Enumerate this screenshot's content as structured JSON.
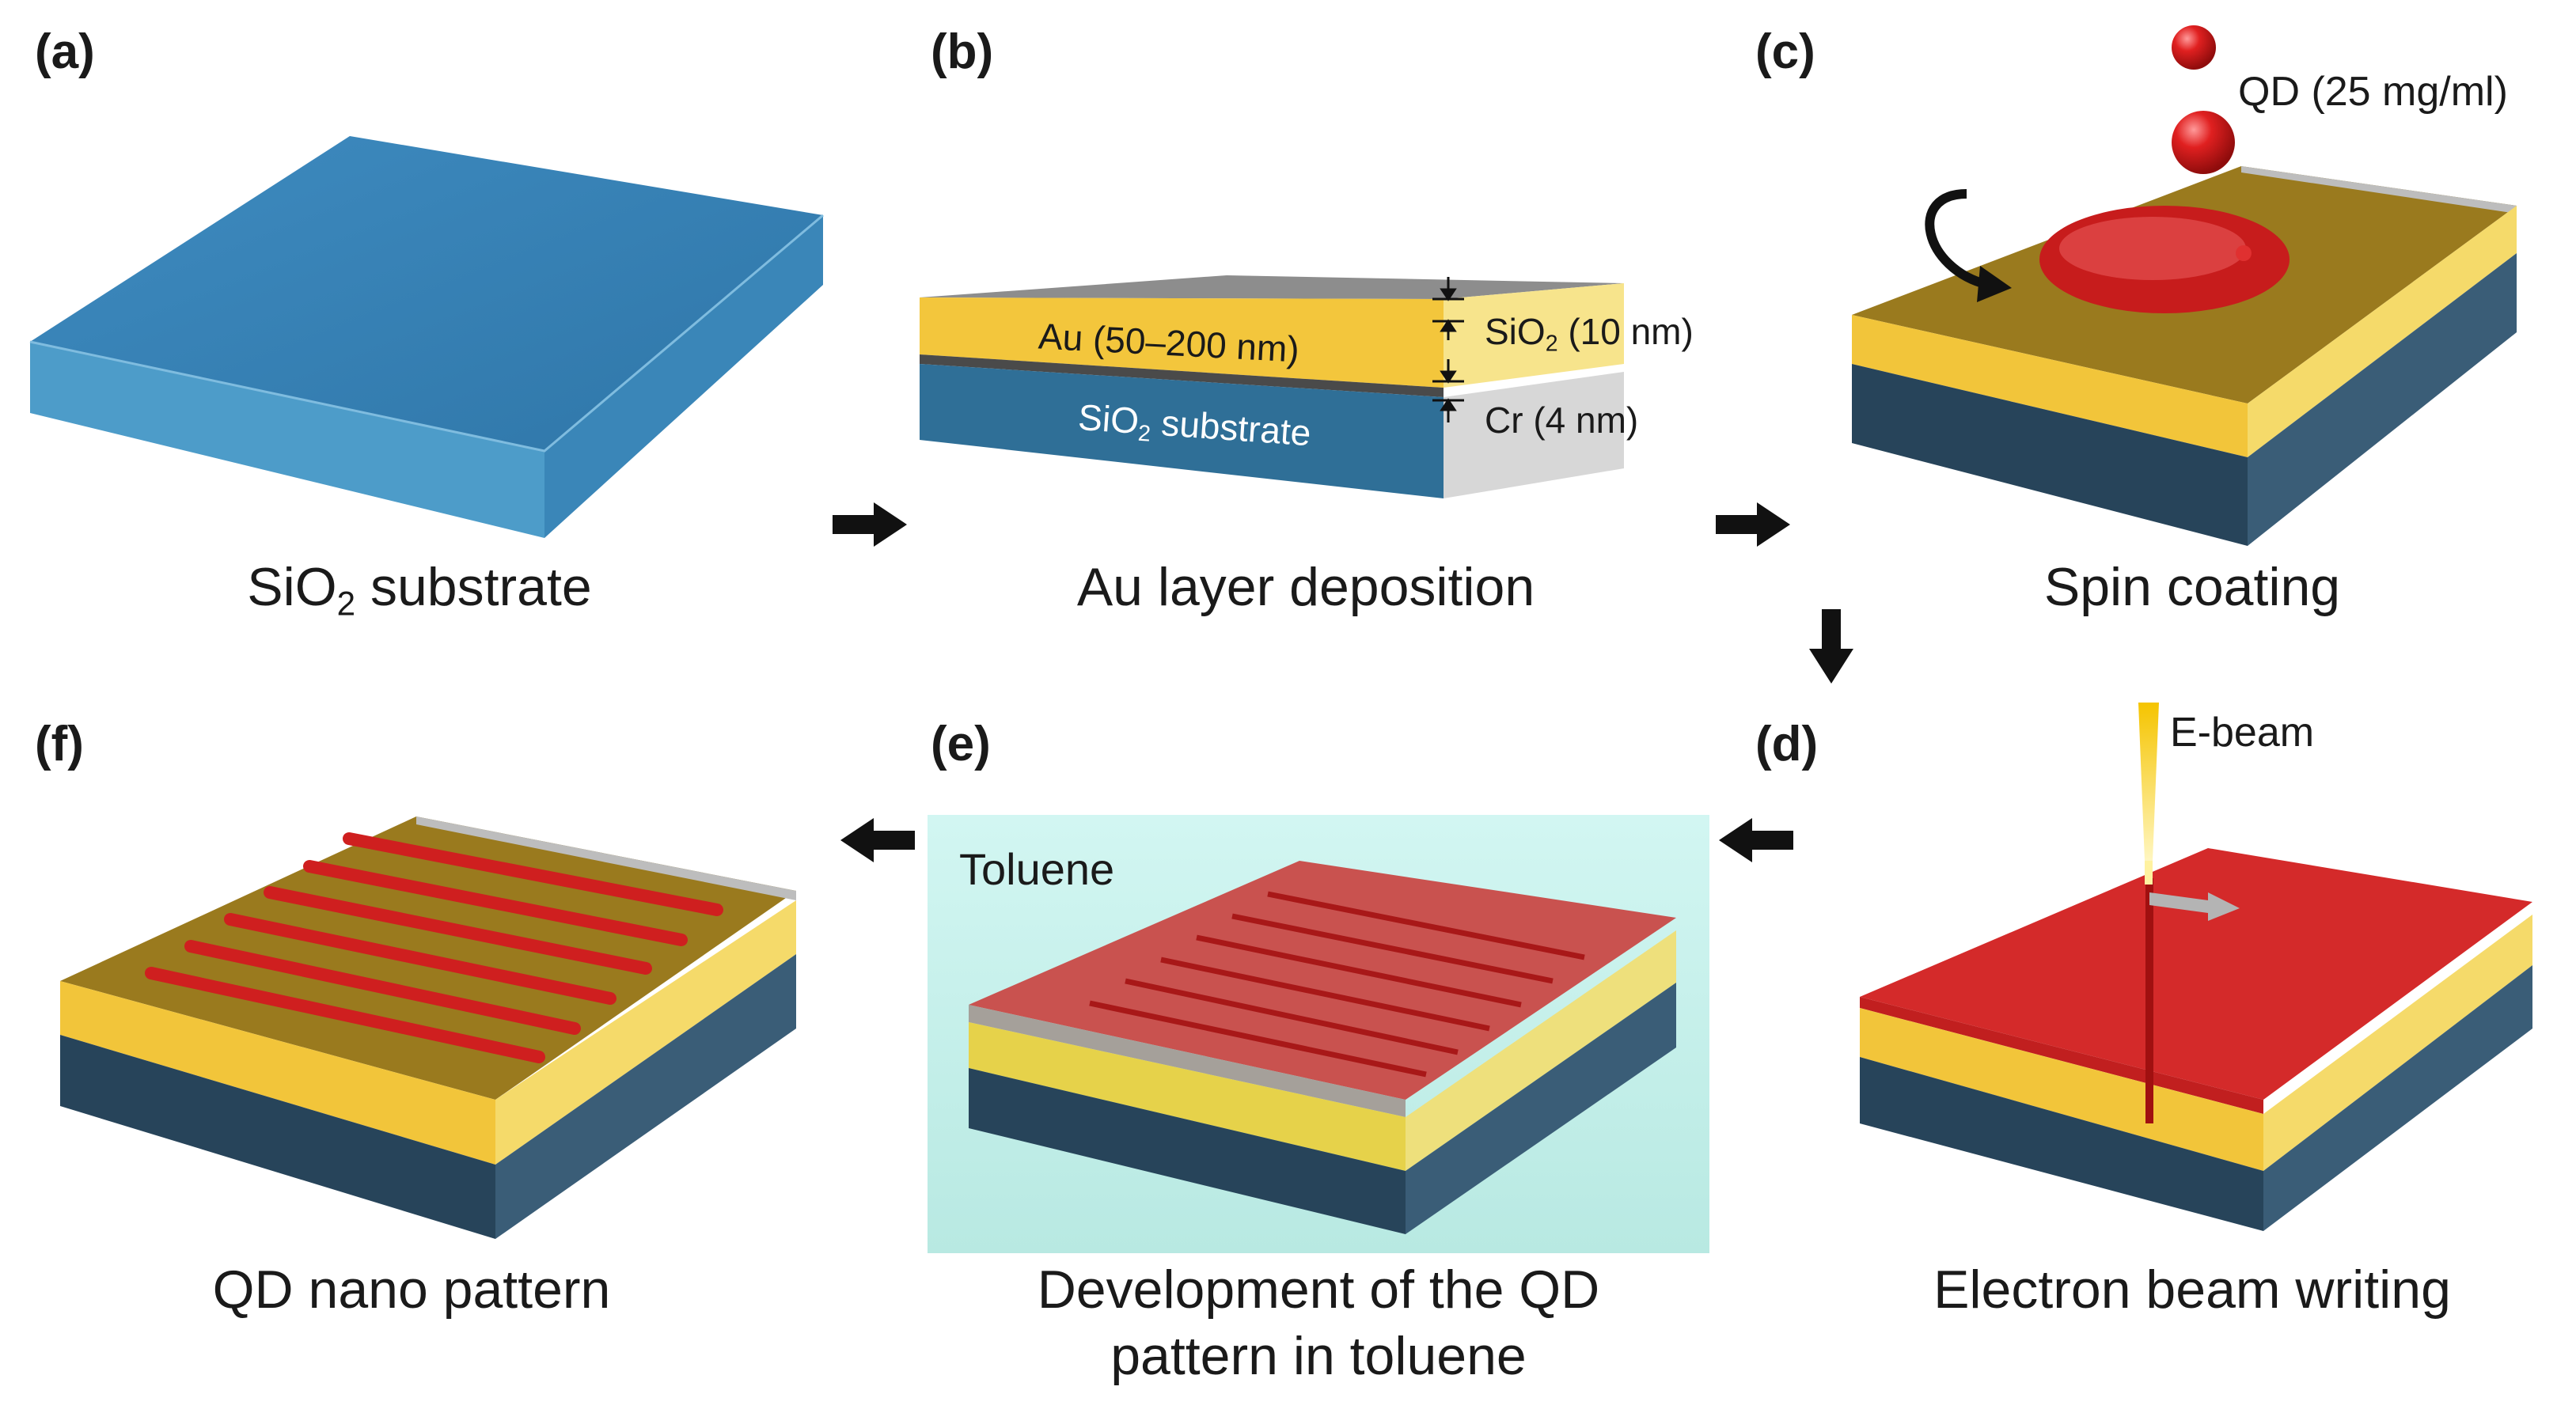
{
  "panels": {
    "a": {
      "letter": "(a)",
      "caption_main": "SiO",
      "caption_sub": "2",
      "caption_rest": " substrate"
    },
    "b": {
      "letter": "(b)",
      "caption": "Au layer deposition",
      "au_label": "Au (50–200 nm)",
      "substrate_main": "SiO",
      "substrate_sub": "2",
      "substrate_rest": " substrate",
      "sio2_main": "SiO",
      "sio2_sub": "2",
      "sio2_rest": " (10 nm)",
      "cr_label": "Cr (4 nm)"
    },
    "c": {
      "letter": "(c)",
      "caption": "Spin coating",
      "qd_label": "QD (25 mg/ml)"
    },
    "d": {
      "letter": "(d)",
      "caption": "Electron beam writing",
      "beam_label": "E-beam"
    },
    "e": {
      "letter": "(e)",
      "caption_line1": "Development of the QD",
      "caption_line2": "pattern in toluene",
      "toluene_label": "Toluene"
    },
    "f": {
      "letter": "(f)",
      "caption": "QD nano pattern"
    }
  },
  "colors": {
    "substrate_blue": "#2f7fb3",
    "gold": "#f2c53a",
    "qd_red": "#d42a2a",
    "olive_film": "#9a7a1e",
    "toluene_bg": "#c9f0ec"
  }
}
